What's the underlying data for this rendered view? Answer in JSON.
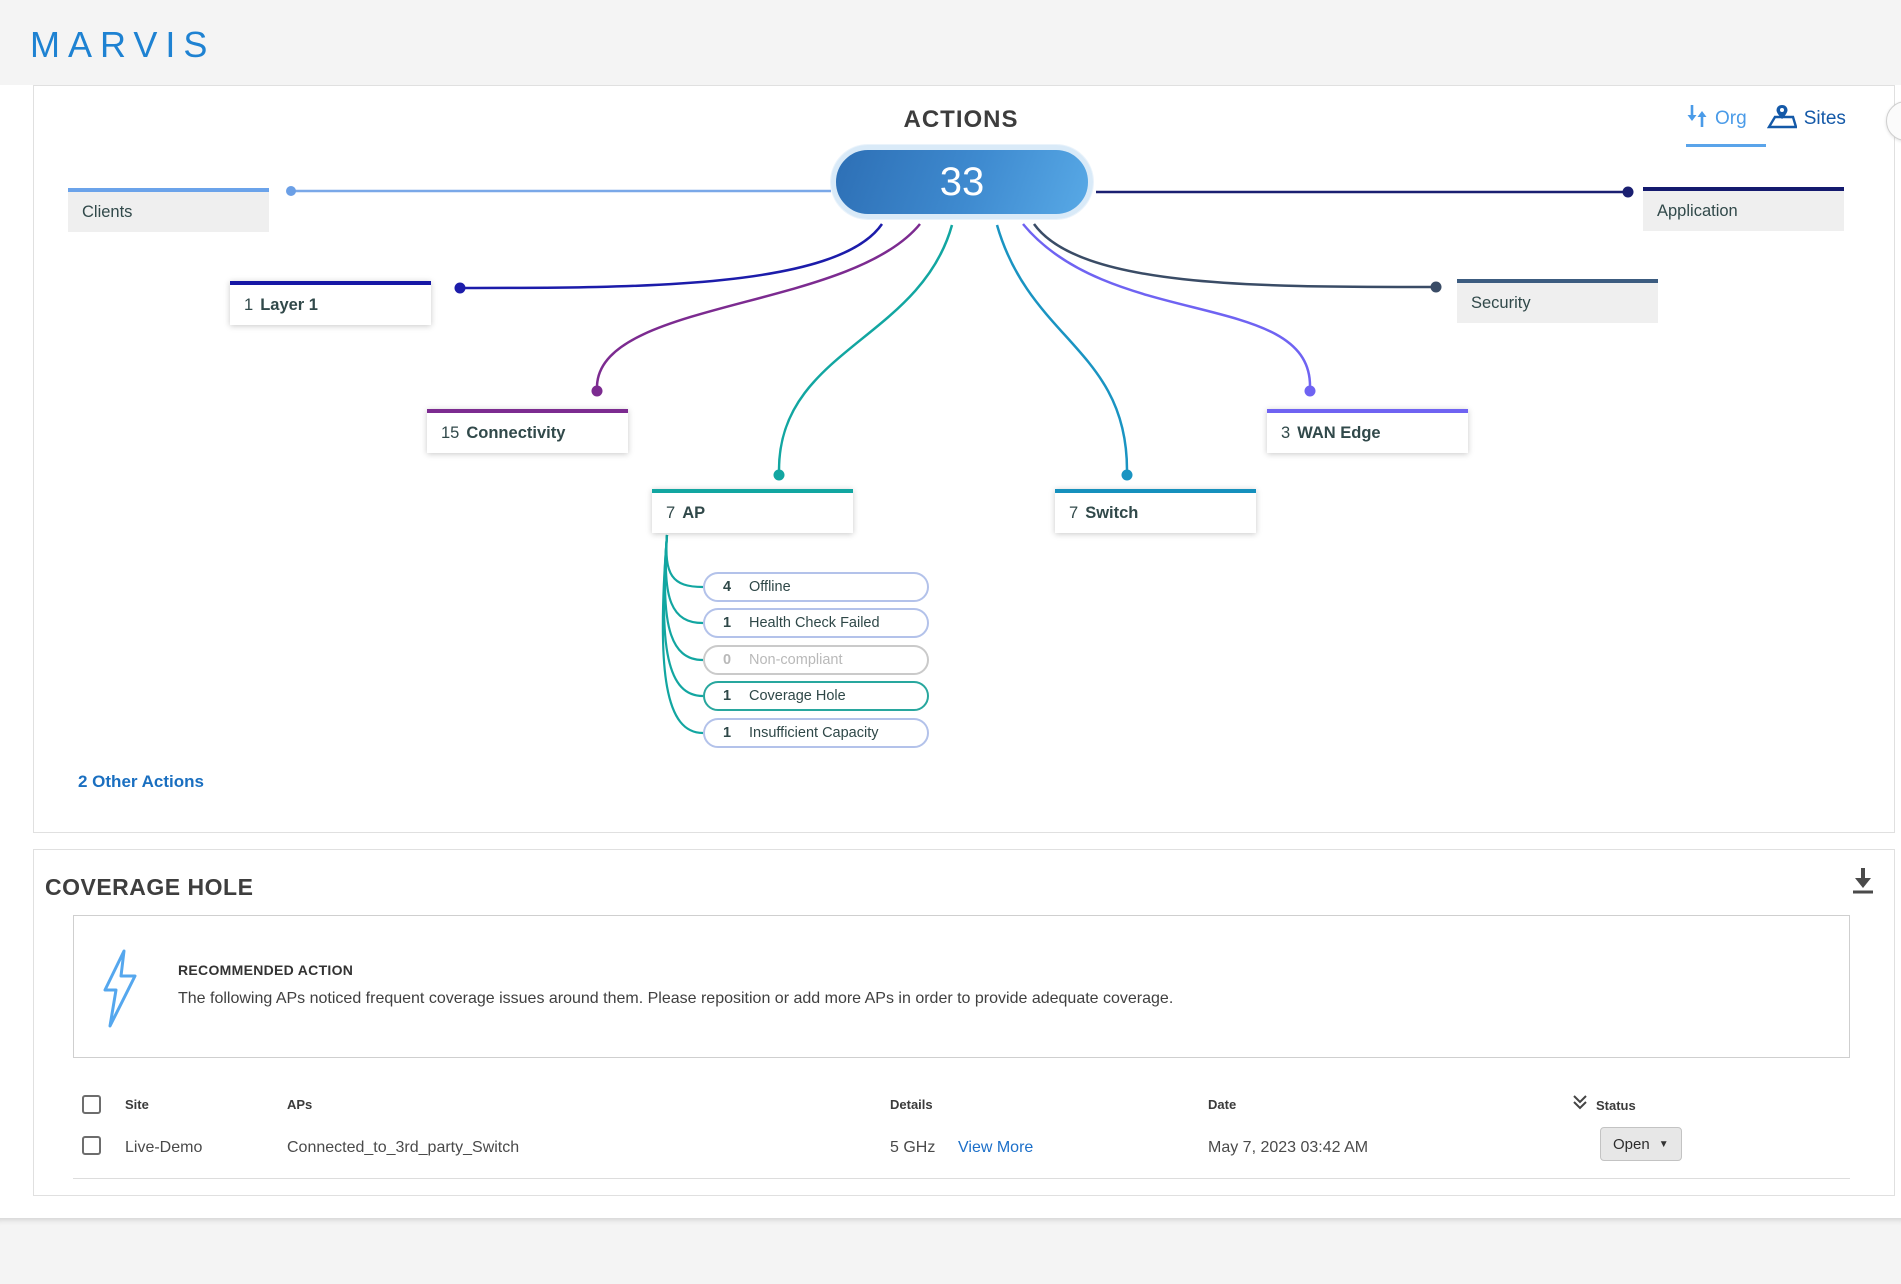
{
  "app": {
    "title": "MARVIS"
  },
  "actions_panel": {
    "title": "ACTIONS",
    "total": "33",
    "view_toggle": {
      "org_label": "Org",
      "sites_label": "Sites"
    },
    "other_actions_link": "2 Other Actions",
    "nodes": [
      {
        "id": "clients",
        "count": "",
        "label": "Clients",
        "color": "#6ba3ea"
      },
      {
        "id": "application",
        "count": "",
        "label": "Application",
        "color": "#141a6e"
      },
      {
        "id": "layer1",
        "count": "1",
        "label": "Layer 1",
        "color": "#1617a5"
      },
      {
        "id": "security",
        "count": "",
        "label": "Security",
        "color": "#3c5c80"
      },
      {
        "id": "connectivity",
        "count": "15",
        "label": "Connectivity",
        "color": "#7c2b90"
      },
      {
        "id": "wan_edge",
        "count": "3",
        "label": "WAN Edge",
        "color": "#6f63f2"
      },
      {
        "id": "ap",
        "count": "7",
        "label": "AP",
        "color": "#12a6a1"
      },
      {
        "id": "switch",
        "count": "7",
        "label": "Switch",
        "color": "#1590bd"
      }
    ],
    "ap_sub_actions": [
      {
        "count": "4",
        "label": "Offline",
        "state": "default"
      },
      {
        "count": "1",
        "label": "Health Check Failed",
        "state": "default"
      },
      {
        "count": "0",
        "label": "Non-compliant",
        "state": "disabled"
      },
      {
        "count": "1",
        "label": "Coverage Hole",
        "state": "selected"
      },
      {
        "count": "1",
        "label": "Insufficient Capacity",
        "state": "default"
      }
    ],
    "accent_colors": {
      "pill_gradient_start": "#2d6fb5",
      "pill_gradient_end": "#58a9e6",
      "pill_ring": "#d9eaf8"
    }
  },
  "coverage_hole": {
    "title": "COVERAGE HOLE",
    "recommended_action": {
      "heading": "RECOMMENDED ACTION",
      "description": "The following APs noticed frequent coverage issues around them. Please reposition or add more APs in order to provide adequate coverage."
    },
    "table": {
      "headers": {
        "site": "Site",
        "aps": "APs",
        "details": "Details",
        "date": "Date",
        "status": "Status"
      },
      "rows": [
        {
          "site": "Live-Demo",
          "aps": "Connected_to_3rd_party_Switch",
          "details": "5 GHz",
          "details_link": "View More",
          "date": "May 7, 2023 03:42 AM",
          "status": "Open"
        }
      ]
    }
  }
}
